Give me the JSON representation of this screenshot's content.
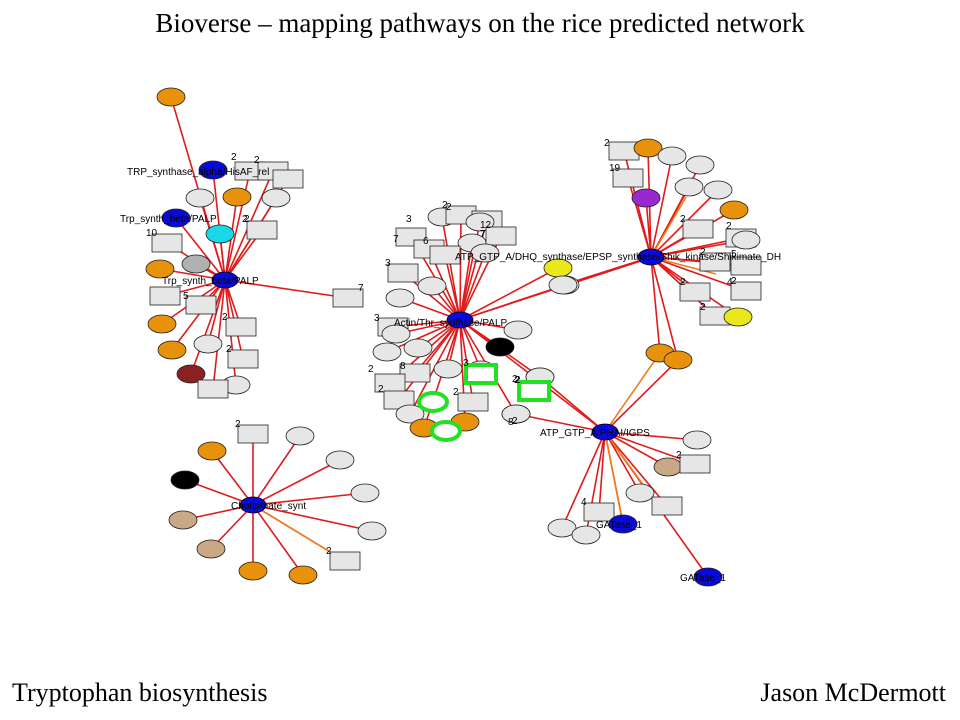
{
  "title": "Bioverse – mapping pathways on the rice predicted network",
  "footer": {
    "left": "Tryptophan biosynthesis",
    "right": "Jason McDermott"
  },
  "colors": {
    "edge_red": "#e01b1b",
    "edge_orange": "#f07d1a",
    "hub_blue": "#0a0ad8",
    "orange_node": "#e8920c",
    "gray_node": "#e6e6e6",
    "tan_node": "#c9a886",
    "dark_red_node": "#8b2020",
    "cyan_node": "#18d8e8",
    "purple_node": "#9a28d0",
    "yellow_node": "#e8e81a",
    "black_node": "#000000",
    "highlight_green": "#22e022"
  },
  "hubs": [
    {
      "id": "trp_alpha",
      "label": "TRP_synthase_alpha/HisAF_rel"
    },
    {
      "id": "trp_beta_small",
      "label": "Trp_synth_beta/PALP"
    },
    {
      "id": "trp_beta",
      "label": "Trp_synth_beta/PALP"
    },
    {
      "id": "actin",
      "label": "Actin/Thr_synthase/PALP"
    },
    {
      "id": "atp_dhq",
      "label": "ATP_GTP_A/DHQ_synthase/EPSP_synthase/Shik_kinase/Shikimate_DH"
    },
    {
      "id": "atp_prai",
      "label": "ATP_GTP_A/PRAI/IGPS"
    },
    {
      "id": "chorismate",
      "label": "Chorismate_synt"
    },
    {
      "id": "gatase1a",
      "label": "GATase_1"
    },
    {
      "id": "gatase1b",
      "label": "GATase_1"
    }
  ],
  "edge_numbers": [
    "2",
    "2",
    "2",
    "10",
    "2",
    "5",
    "2",
    "2",
    "7",
    "2",
    "3",
    "7",
    "6",
    "3",
    "12",
    "2",
    "7",
    "3",
    "8",
    "2",
    "2",
    "3",
    "2",
    "8",
    "2",
    "2",
    "2",
    "19",
    "2",
    "2",
    "2",
    "5",
    "2",
    "2",
    "2",
    "2",
    "4",
    "2",
    "2",
    "2",
    "2",
    "4"
  ]
}
